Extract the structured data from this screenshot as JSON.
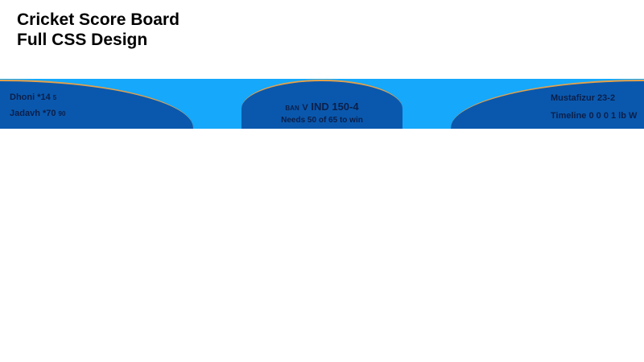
{
  "title": {
    "line1": "Cricket Score Board",
    "line2": "Full CSS Design"
  },
  "colors": {
    "bar": "#15a8fb",
    "panel": "#0a58ad",
    "accent": "#e5a24a",
    "text": "#0b1f4a"
  },
  "batsmen": [
    {
      "name": "Dhoni *14",
      "balls": "5"
    },
    {
      "name": "Jadavh *70",
      "balls": "90"
    }
  ],
  "score": {
    "team1": "BAN",
    "vs": "V",
    "team2_score": "IND 150-4",
    "target": "Needs 50 of 65 to win"
  },
  "bowler": {
    "figures": "Mustafizur 23-2",
    "timeline": "Timeline 0 0 0 1 lb W"
  }
}
